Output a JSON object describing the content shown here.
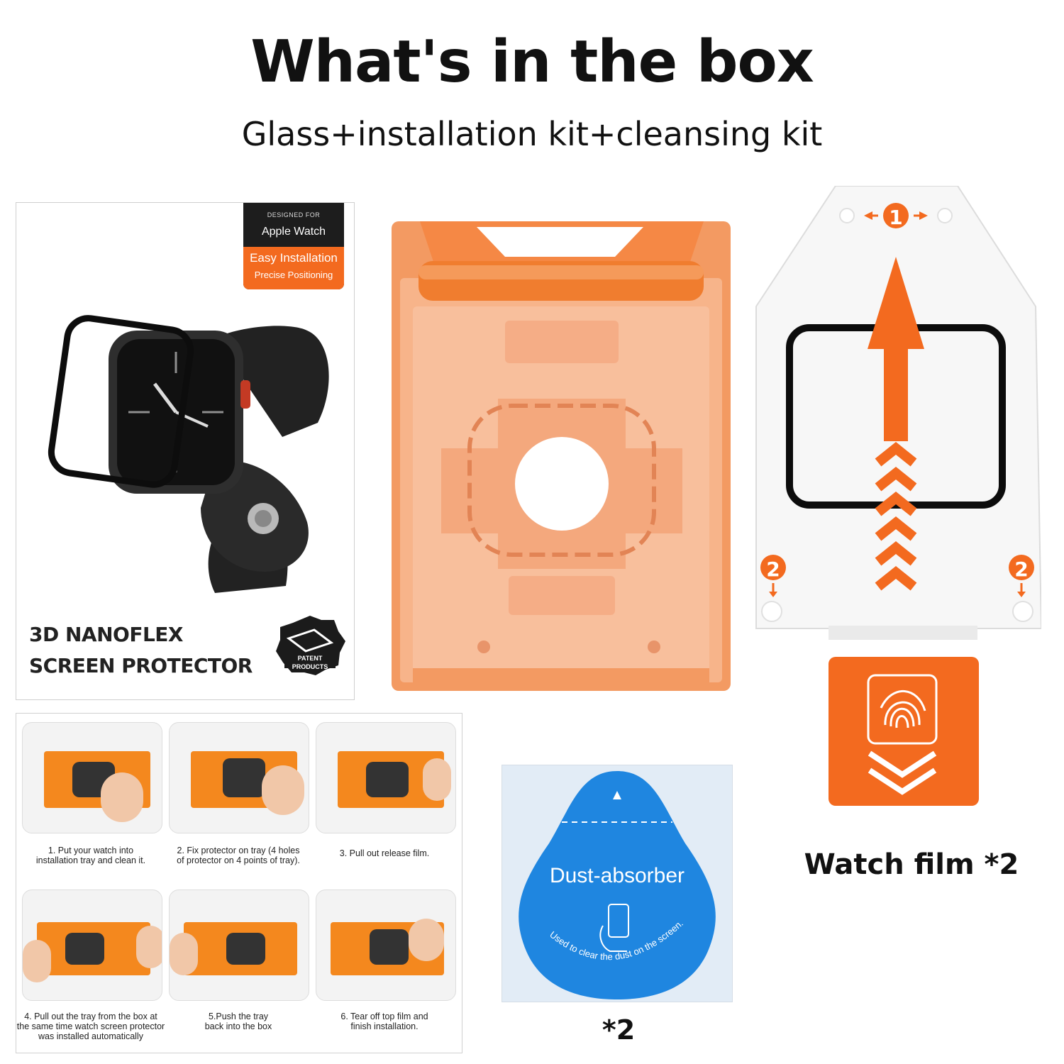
{
  "header": {
    "title": "What's in the box",
    "subtitle": "Glass+installation kit+cleansing kit"
  },
  "package": {
    "badge_small": "DESIGNED FOR",
    "badge_main": "Apple Watch",
    "badge_easy": "Easy Installation",
    "badge_precise": "Precise Positioning",
    "product_line1": "3D NANOFLEX",
    "product_line2": "SCREEN PROTECTOR",
    "patent_line1": "PATENT",
    "patent_line2": "PRODUCTS"
  },
  "film": {
    "step1": "1",
    "step2": "2",
    "label": "Watch film *2"
  },
  "instructions": {
    "steps": [
      {
        "l1": "1. Put  your watch into",
        "l2": "installation tray and clean it.",
        "l3": ""
      },
      {
        "l1": "2. Fix protector on tray (4 holes",
        "l2": "of protector on 4 points of tray).",
        "l3": ""
      },
      {
        "l1": "3. Pull out release film.",
        "l2": "",
        "l3": ""
      },
      {
        "l1": "4. Pull out the tray from the box at",
        "l2": "the same time watch screen protector",
        "l3": "was installed automatically"
      },
      {
        "l1": "5.Push the tray",
        "l2": "back into the box",
        "l3": ""
      },
      {
        "l1": "6. Tear off top film and",
        "l2": "finish installation.",
        "l3": ""
      }
    ]
  },
  "dust": {
    "title": "Dust-absorber",
    "arc_text": "Used to clear the dust on the screen.",
    "count": "*2"
  },
  "colors": {
    "orange": "#f36a1f",
    "tray_orange": "#f5a77a",
    "dust_blue": "#1f86e0"
  }
}
